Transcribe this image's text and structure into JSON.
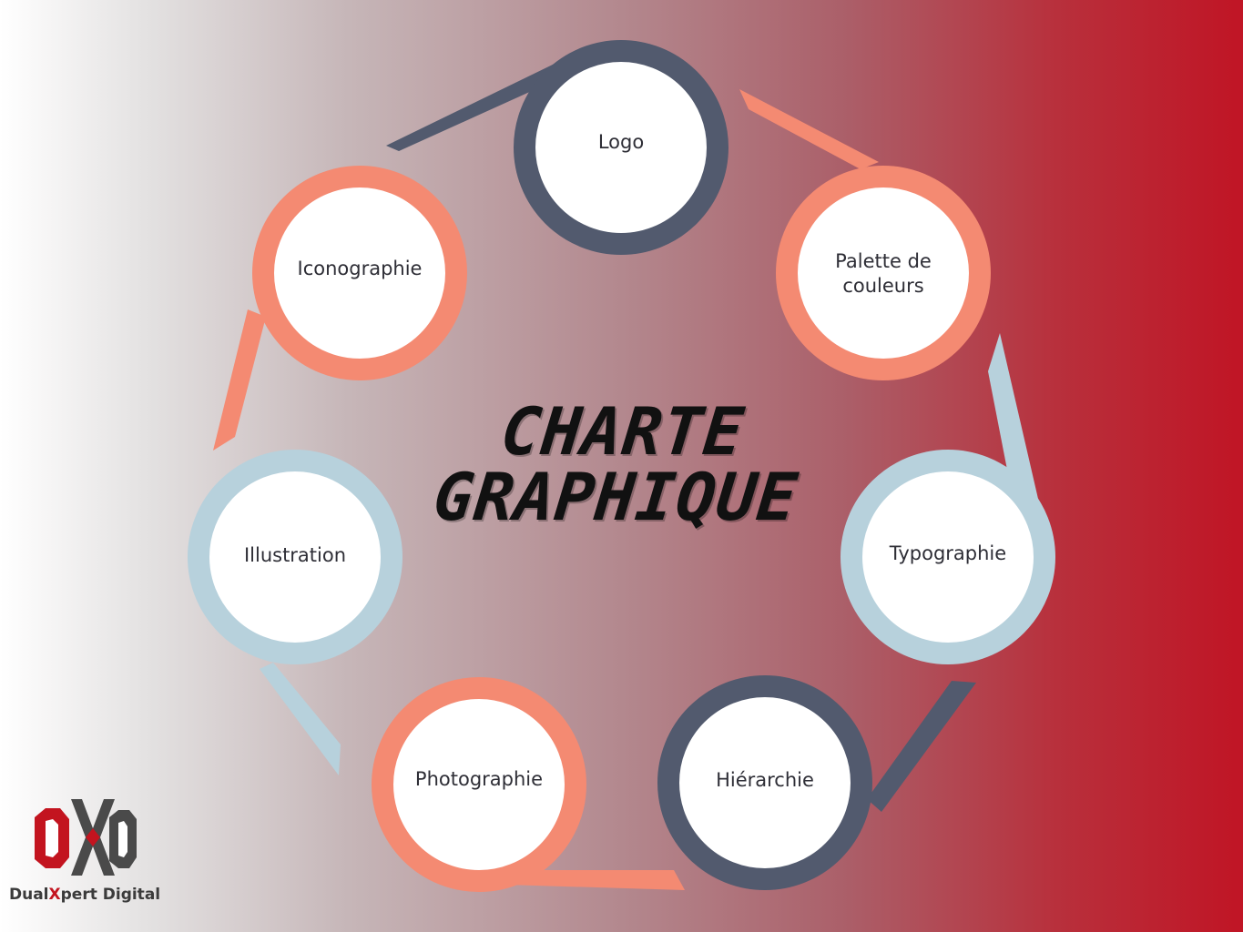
{
  "title": {
    "line1": "CHARTE",
    "line2": "GRAPHIQUE"
  },
  "nodes": [
    {
      "label": "Logo",
      "color": "#525a6e"
    },
    {
      "label_line1": "Palette de",
      "label_line2": "couleurs",
      "color": "#f48a72"
    },
    {
      "label": "Typographie",
      "color": "#b7d1dc"
    },
    {
      "label": "Hiérarchie",
      "color": "#525a6e"
    },
    {
      "label": "Photographie",
      "color": "#f48a72"
    },
    {
      "label": "Illustration",
      "color": "#b7d1dc"
    },
    {
      "label": "Iconographie",
      "color": "#f48a72"
    }
  ],
  "brand": {
    "name_part1": "Dual",
    "name_x": "X",
    "name_part2": "pert Digital",
    "accent": "#c3141f",
    "dark": "#4a4a4a"
  }
}
